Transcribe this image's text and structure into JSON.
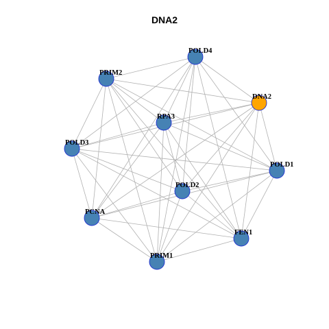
{
  "title": "DNA2",
  "colors": {
    "default_node": "#4682b4",
    "highlight_node": "#ffa500",
    "node_border": "#1f2fd0",
    "edge": "#b0b0b0"
  },
  "nodes": [
    {
      "id": "POLD4",
      "label": "POLD4",
      "highlight": false
    },
    {
      "id": "PRIM2",
      "label": "PRIM2",
      "highlight": false
    },
    {
      "id": "DNA2",
      "label": "DNA2",
      "highlight": true
    },
    {
      "id": "RPA3",
      "label": "RPA3",
      "highlight": false
    },
    {
      "id": "POLD3",
      "label": "POLD3",
      "highlight": false
    },
    {
      "id": "POLD1",
      "label": "POLD1",
      "highlight": false
    },
    {
      "id": "POLD2",
      "label": "POLD2",
      "highlight": false
    },
    {
      "id": "PCNA",
      "label": "PCNA",
      "highlight": false
    },
    {
      "id": "FEN1",
      "label": "FEN1",
      "highlight": false
    },
    {
      "id": "PRIM1",
      "label": "PRIM1",
      "highlight": false
    }
  ],
  "edges": [
    [
      "POLD4",
      "PRIM2"
    ],
    [
      "POLD4",
      "DNA2"
    ],
    [
      "POLD4",
      "RPA3"
    ],
    [
      "POLD4",
      "POLD3"
    ],
    [
      "POLD4",
      "POLD1"
    ],
    [
      "POLD4",
      "POLD2"
    ],
    [
      "POLD4",
      "PCNA"
    ],
    [
      "POLD4",
      "FEN1"
    ],
    [
      "POLD4",
      "PRIM1"
    ],
    [
      "PRIM2",
      "DNA2"
    ],
    [
      "PRIM2",
      "RPA3"
    ],
    [
      "PRIM2",
      "POLD3"
    ],
    [
      "PRIM2",
      "POLD1"
    ],
    [
      "PRIM2",
      "POLD2"
    ],
    [
      "PRIM2",
      "PCNA"
    ],
    [
      "PRIM2",
      "FEN1"
    ],
    [
      "PRIM2",
      "PRIM1"
    ],
    [
      "DNA2",
      "RPA3"
    ],
    [
      "DNA2",
      "POLD3"
    ],
    [
      "DNA2",
      "POLD1"
    ],
    [
      "DNA2",
      "POLD2"
    ],
    [
      "DNA2",
      "PCNA"
    ],
    [
      "DNA2",
      "FEN1"
    ],
    [
      "DNA2",
      "PRIM1"
    ],
    [
      "RPA3",
      "POLD3"
    ],
    [
      "RPA3",
      "POLD1"
    ],
    [
      "RPA3",
      "POLD2"
    ],
    [
      "RPA3",
      "PCNA"
    ],
    [
      "RPA3",
      "FEN1"
    ],
    [
      "RPA3",
      "PRIM1"
    ],
    [
      "POLD3",
      "POLD1"
    ],
    [
      "POLD3",
      "POLD2"
    ],
    [
      "POLD3",
      "PCNA"
    ],
    [
      "POLD3",
      "FEN1"
    ],
    [
      "POLD3",
      "PRIM1"
    ],
    [
      "POLD1",
      "POLD2"
    ],
    [
      "POLD1",
      "PCNA"
    ],
    [
      "POLD1",
      "FEN1"
    ],
    [
      "POLD1",
      "PRIM1"
    ],
    [
      "POLD2",
      "PCNA"
    ],
    [
      "POLD2",
      "FEN1"
    ],
    [
      "POLD2",
      "PRIM1"
    ],
    [
      "PCNA",
      "FEN1"
    ],
    [
      "PCNA",
      "PRIM1"
    ],
    [
      "FEN1",
      "PRIM1"
    ]
  ]
}
